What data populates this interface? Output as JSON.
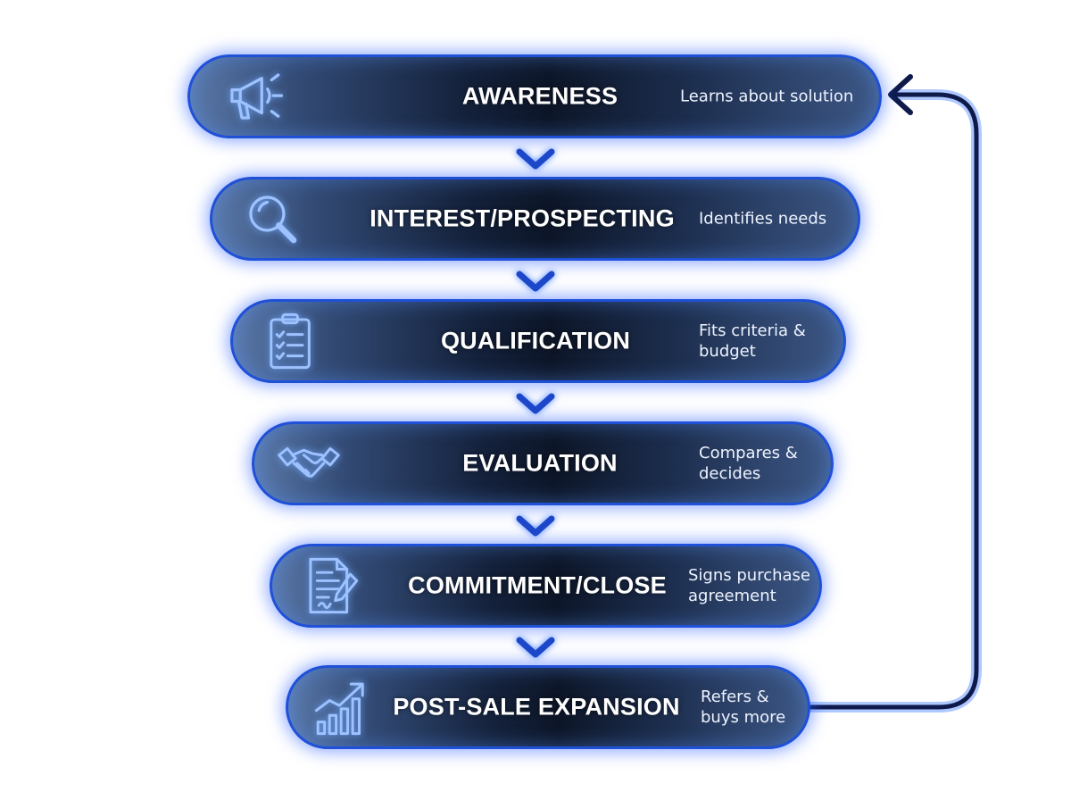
{
  "stages": [
    {
      "title": "AWARENESS",
      "description": "Learns about solution",
      "icon": "megaphone-icon"
    },
    {
      "title": "INTEREST/PROSPECTING",
      "description": "Identifies needs",
      "icon": "magnifier-icon"
    },
    {
      "title": "QUALIFICATION",
      "description": "Fits criteria & budget",
      "icon": "clipboard-checklist-icon"
    },
    {
      "title": "EVALUATION",
      "description": "Compares & decides",
      "icon": "handshake-icon"
    },
    {
      "title": "COMMITMENT/CLOSE",
      "description": "Signs purchase agreement",
      "icon": "signed-document-icon"
    },
    {
      "title": "POST-SALE EXPANSION",
      "description": "Refers & buys more",
      "icon": "growth-chart-icon"
    }
  ],
  "colors": {
    "border": "#1f50d8",
    "pill_center": "#0d1628",
    "pill_edge": "#5a78a8",
    "text": "#ffffff",
    "loop_arrow": "#0e1a4a"
  }
}
